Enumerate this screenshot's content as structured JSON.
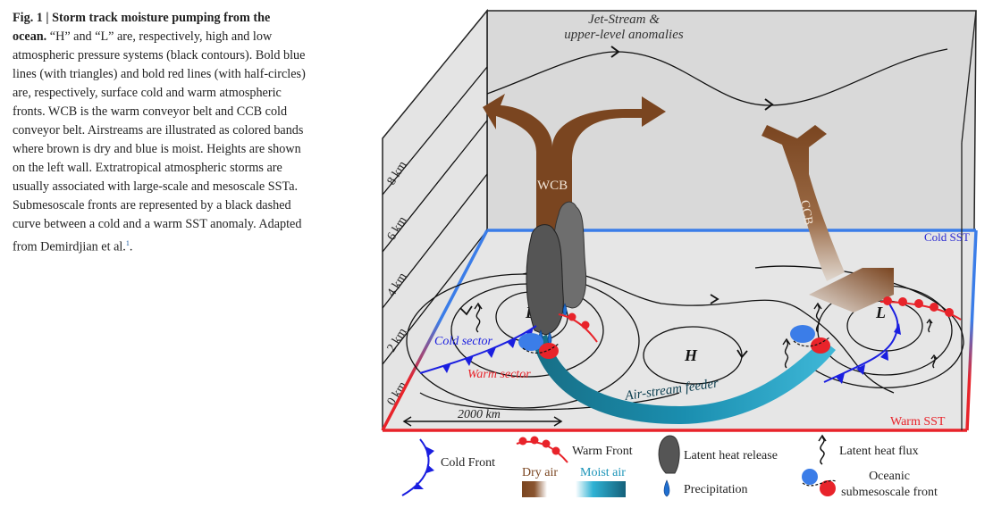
{
  "caption": {
    "lead": "Fig. 1 | Storm track moisture pumping from the ocean.",
    "body": " “H” and “L” are, respectively, high and low atmospheric pressure systems (black contours). Bold blue lines (with triangles) and bold red lines (with half-circles) are, respectively, surface cold and warm atmospheric fronts. WCB is the warm conveyor belt and CCB cold conveyor belt. Airstreams are illustrated as colored bands where brown is dry and blue is moist. Heights are shown on the left wall. Extratropical atmospheric storms are usually associated with large-scale and mesoscale SSTa. Submesoscale fronts are represented by a black dashed curve between a cold and a warm SST anomaly. Adapted from Demirdjian et al.",
    "ref": "1",
    "tail": "."
  },
  "diagram": {
    "jet_label_line1": "Jet-Stream &",
    "jet_label_line2": "upper-level anomalies",
    "heights": [
      "8 km",
      "6 km",
      "4 km",
      "2 km",
      "0 km"
    ],
    "wcb": "WCB",
    "ccb": "CCB",
    "low": "L",
    "high": "H",
    "cold_sector": "Cold sector",
    "warm_sector": "Warm sector",
    "feeder": "Air-stream feeder",
    "scale": "2000 km",
    "cold_sst": "Cold SST",
    "warm_sst": "Warm SST"
  },
  "legend": {
    "cold_front": "Cold Front",
    "warm_front": "Warm Front",
    "dry_air": "Dry air",
    "moist_air": "Moist air",
    "latent_heat_release": "Latent heat release",
    "precipitation": "Precipitation",
    "latent_heat_flux": "Latent heat flux",
    "oceanic_line1": "Oceanic",
    "oceanic_line2": "submesoscale front"
  },
  "colors": {
    "dry": "#7a4520",
    "moist": "#1b94b8",
    "cold": "#1a1ee0",
    "warm": "#e8232a",
    "sst_cold": "#3b7de8"
  }
}
